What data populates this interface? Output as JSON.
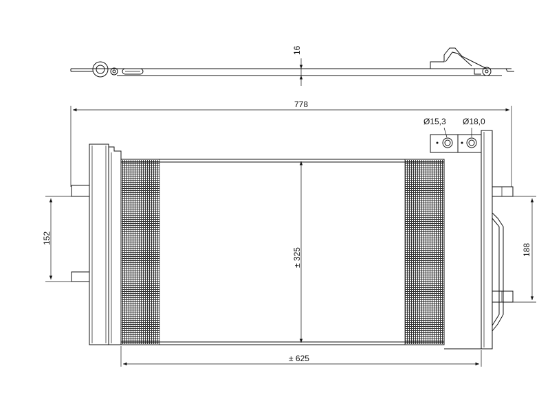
{
  "dimensions": {
    "thickness": "16",
    "overall_width": "778",
    "core_width": "± 625",
    "core_height": "± 325",
    "left_bracket_spacing": "152",
    "right_bracket_spacing": "188",
    "port_diameter_1": "Ø15,3",
    "port_diameter_2": "Ø18,0"
  },
  "colors": {
    "line": "#111111",
    "fin": "#333333",
    "background": "#ffffff"
  }
}
